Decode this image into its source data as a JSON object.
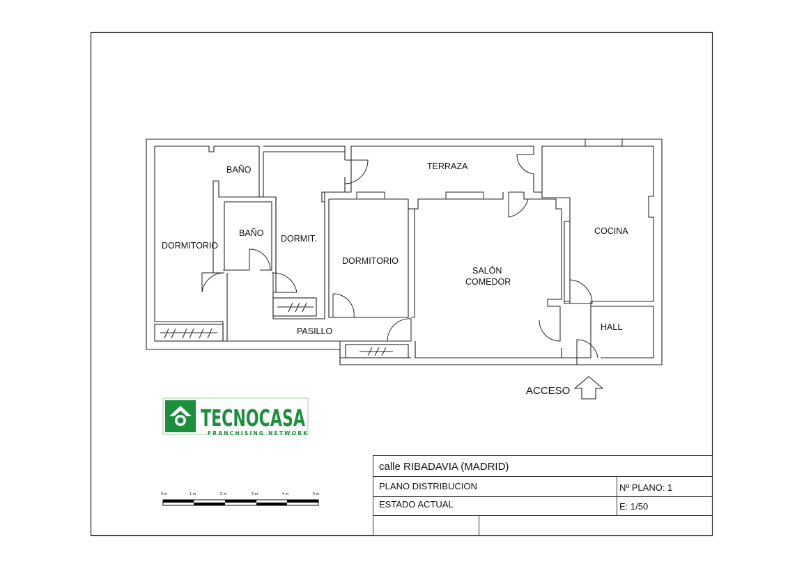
{
  "rooms": {
    "bano_top": "BAÑO",
    "terraza": "TERRAZA",
    "dormitorio_left": "DORMITORIO",
    "bano_mid": "BAÑO",
    "dormit_small": "DORMIT.",
    "dormitorio_center": "DORMITORIO",
    "salon_line1": "SALÓN",
    "salon_line2": "COMEDOR",
    "cocina": "COCINA",
    "hall": "HALL",
    "pasillo": "PASILLO"
  },
  "access_label": "ACCESO",
  "logo": {
    "name": "TECNOCASA",
    "tagline": "FRANCHISING NETWORK",
    "color": "#1a8f3c"
  },
  "scale_bar": {
    "ticks": [
      "0 m",
      "1 m",
      "2 m",
      "3 m",
      "4 m",
      "5 m"
    ]
  },
  "title_block": {
    "address": "calle  RIBADAVIA   (MADRID)",
    "plan_type": "PLANO  DISTRIBUCION",
    "plan_number": "Nº PLANO:  1",
    "state": "ESTADO  ACTUAL",
    "scale": "E: 1/50"
  }
}
